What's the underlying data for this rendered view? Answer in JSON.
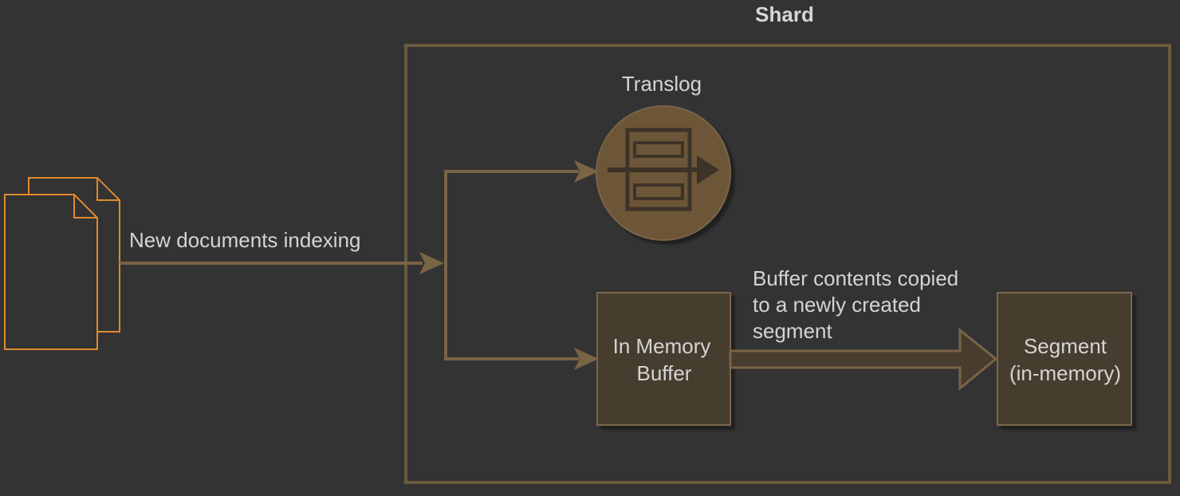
{
  "diagram": {
    "shard_title": "Shard",
    "translog_label": "Translog",
    "indexing_label": "New documents indexing",
    "buffer_label_line1": "In Memory",
    "buffer_label_line2": "Buffer",
    "copy_label_line1": "Buffer contents copied",
    "copy_label_line2": "to a newly created",
    "copy_label_line3": "segment",
    "segment_label_line1": "Segment",
    "segment_label_line2": "(in-memory)",
    "colors": {
      "background": "#333333",
      "frame": "#6b5a40",
      "arrow": "#7a6446",
      "box_fill": "#473c2e",
      "box_stroke": "#7b6648",
      "translog_fill": "#6d5638",
      "document_stroke": "#e08a2c",
      "text": "#d4d4d4"
    }
  }
}
